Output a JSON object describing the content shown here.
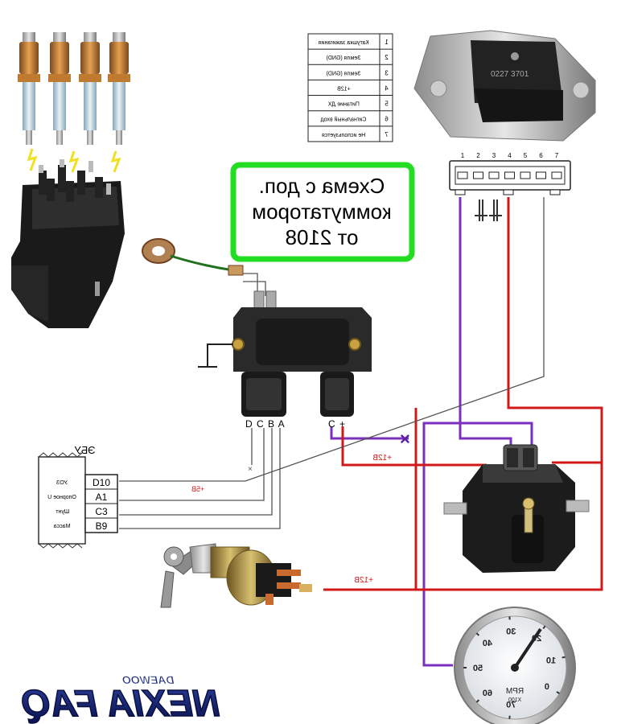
{
  "colors": {
    "red_wire": "#d01818",
    "purple_wire": "#7b2fbf",
    "black_wire": "#333333",
    "green_frame": "#22dd22"
  },
  "title_box": {
    "line1": "Схема с доп.",
    "line2": "коммутатором",
    "line3": "от 2108"
  },
  "pin_table": {
    "rows": [
      {
        "num": "1",
        "label": "Катушка зажигания"
      },
      {
        "num": "2",
        "label": "Земля (GND)"
      },
      {
        "num": "3",
        "label": "Земля (GND)"
      },
      {
        "num": "4",
        "label": "+12В"
      },
      {
        "num": "5",
        "label": "Питание ДХ"
      },
      {
        "num": "6",
        "label": "Сигнальный вход"
      },
      {
        "num": "7",
        "label": "Не используется"
      }
    ]
  },
  "connector_2108": {
    "pin_numbers": [
      "7",
      "6",
      "5",
      "4",
      "3",
      "2",
      "1"
    ],
    "module_text": "0227 3701"
  },
  "gm_module": {
    "left_letters": "D C B A",
    "right_letters": "C +"
  },
  "ecu": {
    "title": "ЭБУ",
    "rows": [
      {
        "pin": "D10",
        "label": "УОЗ"
      },
      {
        "pin": "A1",
        "label": "Опорное U"
      },
      {
        "pin": "C3",
        "label": "Шунт"
      },
      {
        "pin": "B9",
        "label": "Масса"
      }
    ]
  },
  "wire_labels": {
    "plus5": "+5В",
    "plus12_coil": "+12В",
    "plus12_ign": "+12В",
    "x_mark": "×"
  },
  "tacho": {
    "ticks": [
      "0",
      "10",
      "20",
      "30",
      "40",
      "50",
      "60",
      "70"
    ],
    "rpm": "RPM",
    "x100": "X100"
  },
  "logo": {
    "big": "NEXIA FAQ",
    "small": "DAEWOO"
  },
  "icons": {
    "spark_plugs": "spark-plug-icon",
    "distributor": "distributor-cap-icon",
    "ring_terminal": "ring-terminal-icon",
    "ignition_module": "ignition-module-icon",
    "coil": "ignition-coil-icon",
    "key_switch": "ignition-key-switch-icon",
    "tachometer": "tachometer-icon"
  }
}
